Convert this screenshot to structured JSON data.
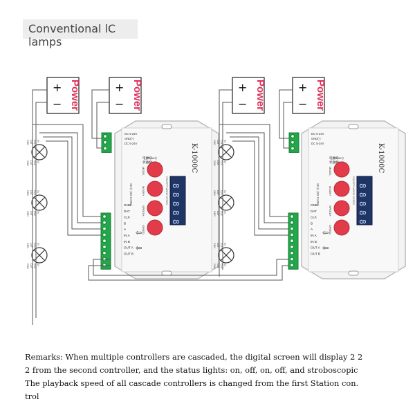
{
  "title": "Conventional lC lamps",
  "power_label": "Power",
  "plus": "+",
  "minus": "−",
  "controller_model": "K-1000C",
  "controller_top_pins": [
    "DC 5-24V",
    "GND(-)",
    "DC 5-24V"
  ],
  "controller_side_text": [
    "电源灯",
    "(Power)",
    "状态灯",
    "(Status)"
  ],
  "controller_buttons": [
    "SPEED-",
    "SPEED+",
    "MODE+",
    "MODE-"
  ],
  "controller_card": "SD卡 (SD CARD)",
  "controller_display_labels": "DIS/SPP MODE SPEED",
  "controller_bottom_pins": [
    "GND",
    "DAT",
    "CLK",
    "B",
    "A",
    "IN A",
    "IN B",
    "OUT A",
    "OUT B"
  ],
  "lamp_pins": [
    "GND",
    "DAT",
    "CLK",
    "5V"
  ],
  "colors": {
    "power_red": "#e0315a",
    "terminal_green": "#22a84a",
    "button_red": "#e23b4a",
    "display_bg": "#1f3566"
  },
  "remarks": [
    "Remarks: When multiple controllers are cascaded, the digital screen will display 2 2",
    "2 from the second controller, and the status lights: on, off, on, off, and stroboscopic",
    "The playback speed of all cascade controllers is changed from the first Station con.",
    "trol"
  ]
}
